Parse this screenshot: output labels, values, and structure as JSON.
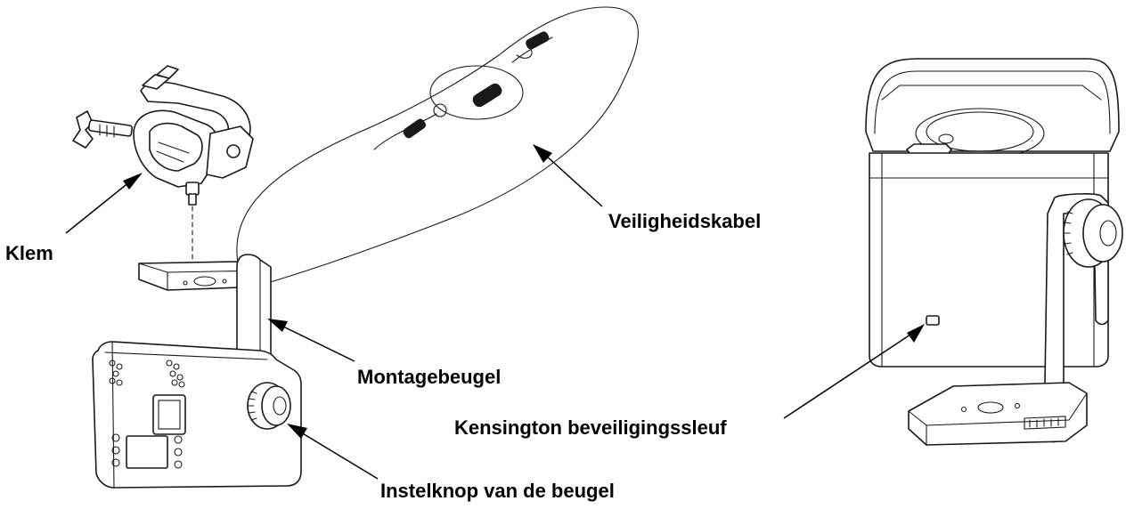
{
  "labels": {
    "clamp": "Klem",
    "safety_cable": "Veiligheidskabel",
    "mounting_bracket": "Montagebeugel",
    "bracket_knob": "Instelknop van de beugel",
    "kensington_slot": "Kensington beveiligingssleuf"
  },
  "colors": {
    "line": "#1a1a1a",
    "background": "#ffffff",
    "text": "#000000"
  }
}
